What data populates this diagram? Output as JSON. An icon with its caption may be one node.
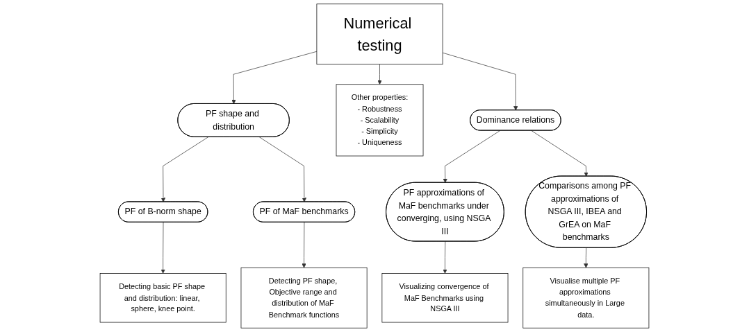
{
  "diagram": {
    "nodes": [
      {
        "text": [
          "Numerical testing"
        ]
      },
      {
        "text": [
          "PF shape and distribution"
        ]
      },
      {
        "text": [
          "Other properties:",
          "- Robustness",
          "- Scalability",
          "- Simplicity",
          "- Uniqueness"
        ]
      },
      {
        "text": [
          "Dominance relations"
        ]
      },
      {
        "text": [
          "PF of B-norm shape"
        ]
      },
      {
        "text": [
          "PF of MaF benchmarks"
        ]
      },
      {
        "text": [
          "PF approximations of MaF benchmarks under converging, using NSGA III"
        ]
      },
      {
        "text": [
          "Comparisons among PF approximations of NSGA III, IBEA and GrEA on MaF benchmarks"
        ]
      },
      {
        "text": [
          "Detecting basic PF shape and distribution: linear, sphere, knee point."
        ]
      },
      {
        "text": [
          "Detecting PF shape, Objective range and distribution of MaF Benchmark functions"
        ]
      },
      {
        "text": [
          "Visualizing convergence of MaF Benchmarks using NSGA III"
        ]
      },
      {
        "text": [
          "Visualise multiple PF approximations simultaneously in Large data."
        ]
      }
    ],
    "edges": [
      {
        "from": 0,
        "to": 1,
        "arrow": "to"
      },
      {
        "from": 0,
        "to": 2,
        "arrow": "to"
      },
      {
        "from": 0,
        "to": 3,
        "arrow": "to"
      },
      {
        "from": 1,
        "to": 4,
        "arrow": "to"
      },
      {
        "from": 1,
        "to": 5,
        "arrow": "to"
      },
      {
        "from": 3,
        "to": 6,
        "arrow": "to"
      },
      {
        "from": 3,
        "to": 7,
        "arrow": "to"
      },
      {
        "from": 4,
        "to": 8,
        "arrow": "to"
      },
      {
        "from": 5,
        "to": 9,
        "arrow": "to"
      },
      {
        "from": 6,
        "to": 10,
        "arrow": "to"
      },
      {
        "from": 7,
        "to": 11,
        "arrow": "to"
      }
    ]
  }
}
